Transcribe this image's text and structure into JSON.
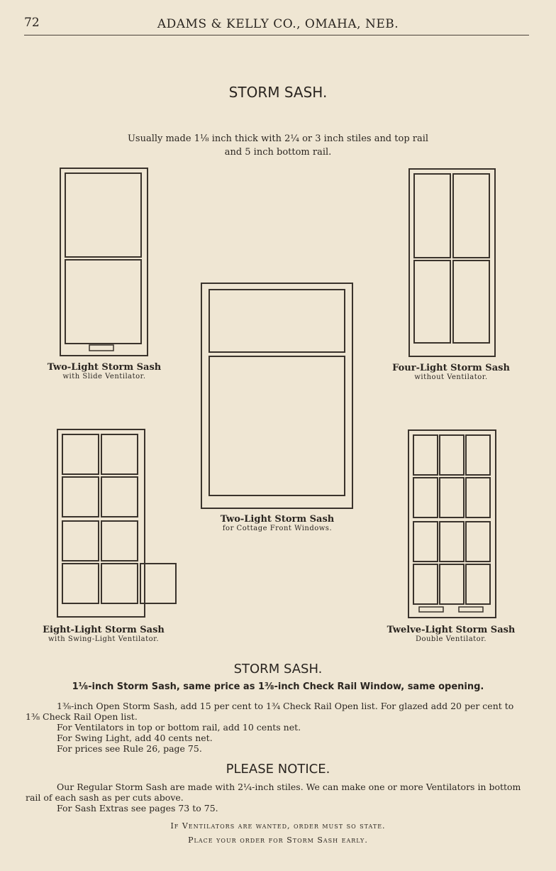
{
  "header": {
    "page_number": "72",
    "company": "ADAMS & KELLY CO., OMAHA, NEB."
  },
  "title": "STORM SASH.",
  "intro": {
    "line1": "Usually made 1⅛ inch thick with 2¼ or 3 inch stiles and top rail",
    "line2": "and 5 inch bottom rail."
  },
  "figures": {
    "two_light": {
      "title": "Two-Light Storm Sash",
      "subtitle": "with Slide Ventilator."
    },
    "four_light": {
      "title": "Four-Light Storm Sash",
      "subtitle": "without Ventilator."
    },
    "cottage": {
      "title": "Two-Light Storm Sash",
      "subtitle": "for Cottage Front Windows."
    },
    "eight_light": {
      "title": "Eight-Light Storm Sash",
      "subtitle": "with Swing-Light Ventilator."
    },
    "twelve_light": {
      "title": "Twelve-Light Storm Sash",
      "subtitle": "Double Ventilator."
    }
  },
  "section2": {
    "heading": "STORM SASH.",
    "bold_line": "1⅛-inch Storm Sash, same price as 1⅜-inch Check Rail Window, same opening.",
    "p1": "1⅜-inch Open Storm Sash, add 15 per cent to 1¾ Check Rail Open list. For glazed add 20 per cent to 1⅜ Check Rail Open list.",
    "p2": "For Ventilators in top or bottom rail, add 10 cents net.",
    "p3": "For Swing Light, add 40 cents net.",
    "p4": "For prices see Rule 26, page 75."
  },
  "notice": {
    "heading": "PLEASE NOTICE.",
    "p1": "Our Regular Storm Sash are made with 2¼-inch stiles. We can make one or more Ventilators in bottom rail of each sash as per cuts above.",
    "p2": "For Sash Extras see pages 73 to 75.",
    "footer1": "If Ventilators are wanted, order must so state.",
    "footer2": "Place your order for Storm Sash early."
  }
}
